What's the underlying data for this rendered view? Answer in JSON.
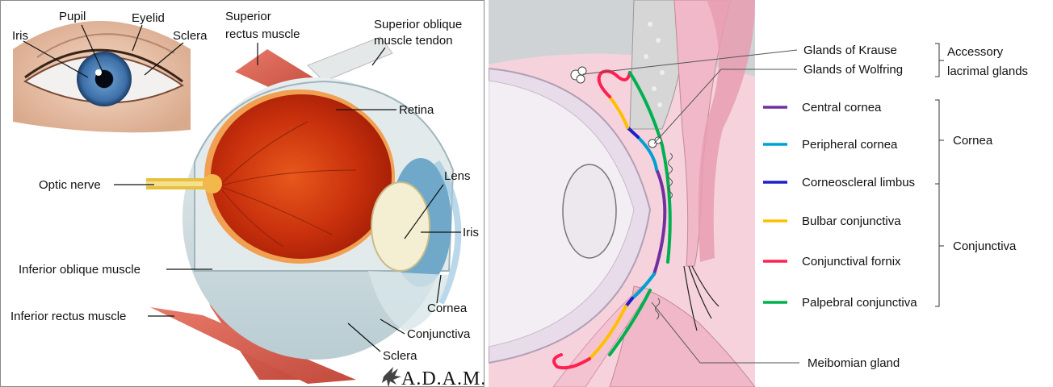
{
  "left": {
    "labels": {
      "iris_eye": "Iris",
      "pupil": "Pupil",
      "eyelid": "Eyelid",
      "sclera_eye": "Sclera",
      "superior_rectus_1": "Superior",
      "superior_rectus_2": "rectus muscle",
      "superior_oblique_1": "Superior oblique",
      "superior_oblique_2": "muscle tendon",
      "retina": "Retina",
      "optic_nerve": "Optic nerve",
      "lens": "Lens",
      "iris": "Iris",
      "inferior_oblique": "Inferior oblique muscle",
      "inferior_rectus": "Inferior rectus muscle",
      "cornea": "Cornea",
      "conjunctiva": "Conjunctiva",
      "sclera": "Sclera"
    },
    "logo_text": "A.D.A.M."
  },
  "right": {
    "glands_krause": "Glands of Krause",
    "glands_wolfring": "Glands of Wolfring",
    "accessory_1": "Accessory",
    "accessory_2": "lacrimal glands",
    "legend": [
      {
        "label": "Central cornea",
        "color": "#7030a0"
      },
      {
        "label": "Peripheral cornea",
        "color": "#00a0d0"
      },
      {
        "label": "Corneoscleral limbus",
        "color": "#1f1fc8"
      },
      {
        "label": "Bulbar conjunctiva",
        "color": "#ffc000"
      },
      {
        "label": "Conjunctival fornix",
        "color": "#ff2050"
      },
      {
        "label": "Palpebral conjunctiva",
        "color": "#00b050"
      }
    ],
    "group_cornea": "Cornea",
    "group_conjunctiva": "Conjunctiva",
    "meibomian": "Meibomian gland"
  }
}
